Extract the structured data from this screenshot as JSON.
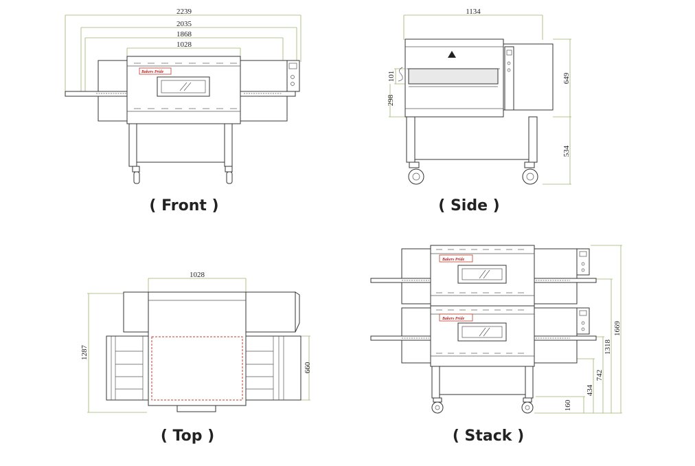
{
  "views": {
    "front": {
      "caption": "( Front )",
      "dims": {
        "overall": "2239",
        "belt_overall": "2035",
        "belt_inner": "1868",
        "chamber": "1028"
      },
      "logo": "Bakers Pride"
    },
    "side": {
      "caption": "( Side )",
      "dims": {
        "depth": "1134",
        "upper_height": "649",
        "lower_height": "534",
        "opening": "101",
        "conveyor_height": "298"
      }
    },
    "top": {
      "caption": "( Top )",
      "dims": {
        "chamber_width": "1028",
        "depth": "1287",
        "belt_width": "660"
      }
    },
    "stack": {
      "caption": "( Stack )",
      "dims": {
        "total": "1669",
        "mid": "1318",
        "lower": "742",
        "deck": "434",
        "leg": "160"
      },
      "logo": "Bakers Pride"
    }
  },
  "colors": {
    "dimension_line": "#9cb36b",
    "outline": "#333333",
    "accent_red": "#c0392b"
  }
}
